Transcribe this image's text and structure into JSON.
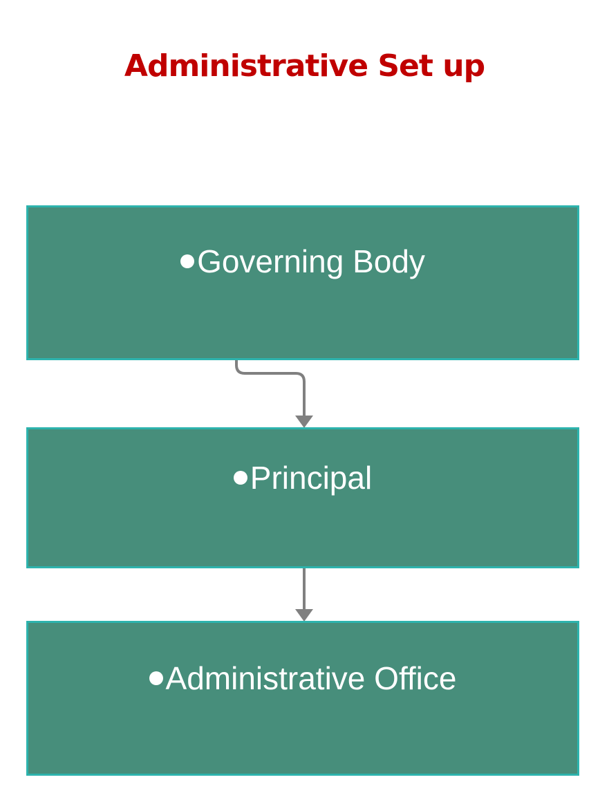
{
  "title": "Administrative Set up",
  "colors": {
    "title": "#c00000",
    "node_fill": "#478e7b",
    "node_border": "#2db3ad",
    "node_text": "#ffffff",
    "connector": "#808080"
  },
  "nodes": [
    {
      "label": "Governing Body"
    },
    {
      "label": "Principal"
    },
    {
      "label": "Administrative Office"
    }
  ],
  "connectors": [
    {
      "from": "Governing Body",
      "to": "Principal"
    },
    {
      "from": "Principal",
      "to": "Administrative Office"
    }
  ]
}
